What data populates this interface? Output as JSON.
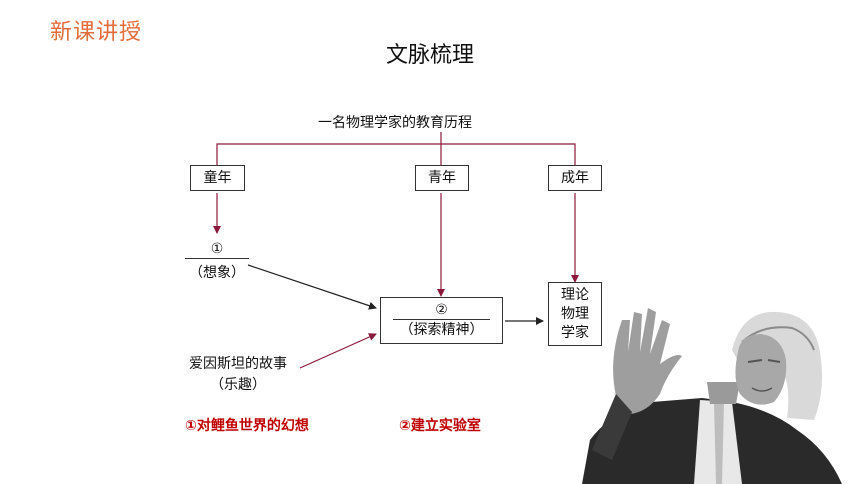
{
  "header": {
    "section": "新课讲授",
    "title": "文脉梳理"
  },
  "diagram": {
    "root": "一名物理学家的教育历程",
    "stages": [
      "童年",
      "青年",
      "成年"
    ],
    "childhood": {
      "blank": "①",
      "hint": "（想象）"
    },
    "youth": {
      "blank": "②",
      "hint": "（探索精神）"
    },
    "adult_lines": [
      "理论",
      "物理",
      "学家"
    ],
    "story": {
      "line1": "爱因斯坦的故事",
      "line2": "（乐趣）"
    }
  },
  "answers": {
    "a1": "①对鲤鱼世界的幻想",
    "a2": "②建立实验室"
  },
  "colors": {
    "section": "#e46c3a",
    "connector": "#8b1a3a",
    "answer": "#c00000"
  }
}
